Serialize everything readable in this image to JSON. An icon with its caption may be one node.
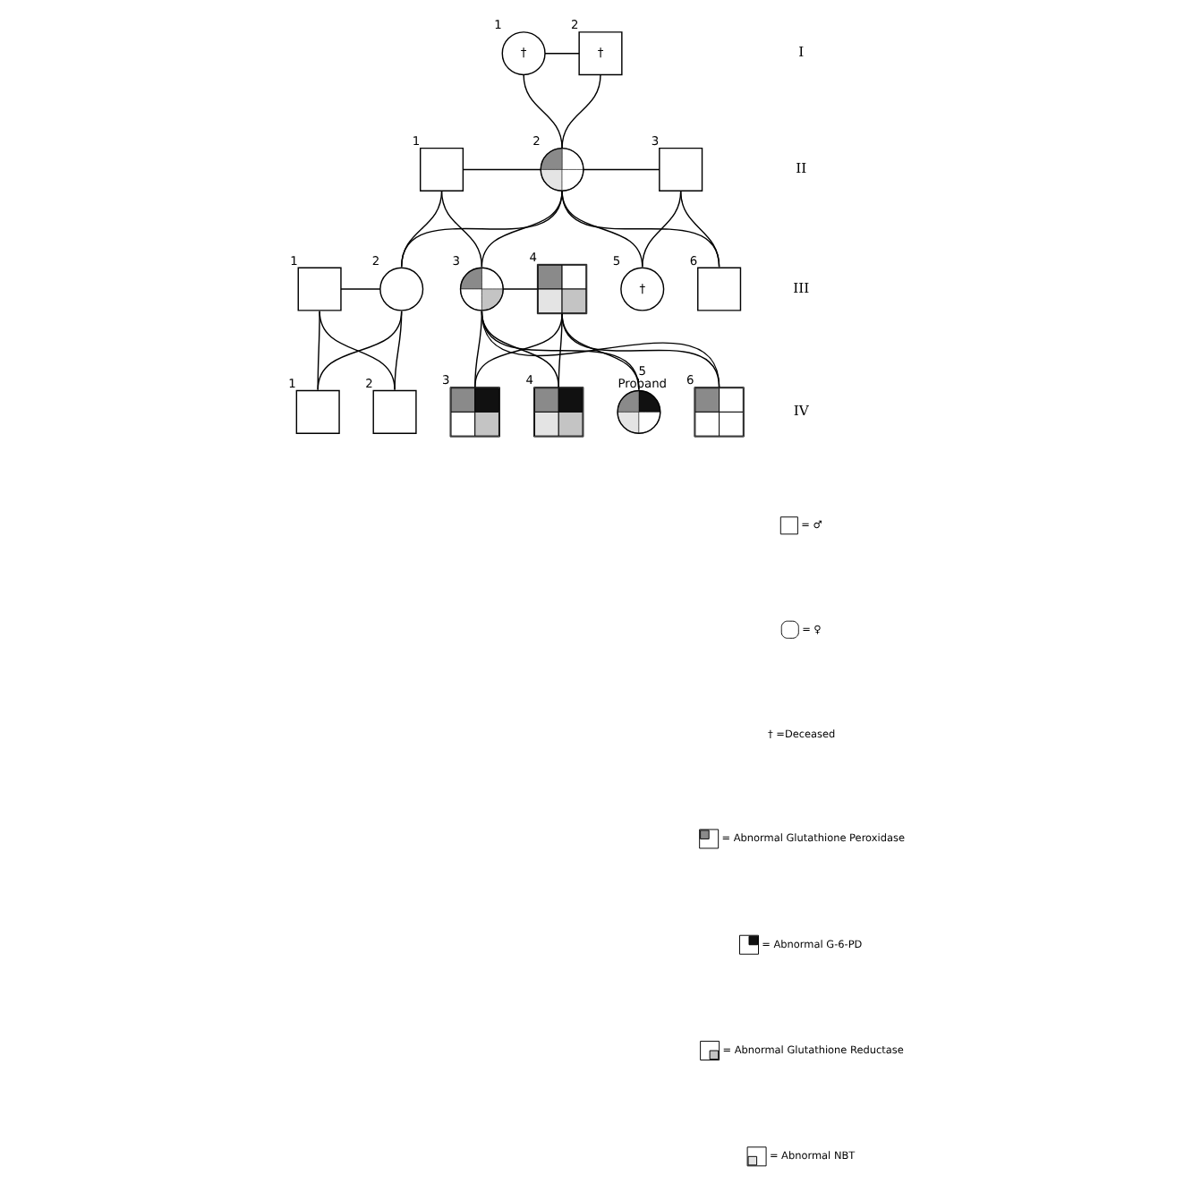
{
  "diagram": {
    "nodes": [
      {
        "text": [
          "†"
        ],
        "beside": [
          "1"
        ]
      },
      {
        "text": [
          "†"
        ],
        "beside": [
          "2"
        ]
      },
      {
        "text": [],
        "shape": "box",
        "beside": [
          "1"
        ]
      },
      {
        "text": [],
        "shape": "circle",
        "beside": [
          "2"
        ]
      },
      {
        "text": [],
        "shape": "box",
        "beside": [
          "3"
        ]
      },
      {
        "text": [],
        "shape": "box",
        "beside": [
          "1"
        ]
      },
      {
        "text": [],
        "shape": "circle",
        "beside": [
          "2"
        ]
      },
      {
        "text": [],
        "shape": "circle",
        "beside": [
          "3"
        ]
      },
      {
        "text": [],
        "shape": "box",
        "beside": [
          "4"
        ]
      },
      {
        "text": [
          "†"
        ],
        "beside": [
          "5"
        ]
      },
      {
        "text": [],
        "shape": "box",
        "beside": [
          "6"
        ]
      },
      {
        "text": [],
        "shape": "box",
        "beside": [
          "1"
        ]
      },
      {
        "text": [],
        "shape": "box",
        "beside": [
          "2"
        ]
      },
      {
        "text": [],
        "shape": "box",
        "beside": [
          "3"
        ]
      },
      {
        "text": [],
        "shape": "box",
        "beside": [
          "4"
        ]
      },
      {
        "text": [],
        "shape": "circle",
        "beside": [
          "5",
          "Proband"
        ]
      },
      {
        "text": [],
        "shape": "box",
        "beside": [
          "6"
        ]
      }
    ],
    "edges": [
      {
        "from": 0,
        "to": 1,
        "arrow": "none"
      },
      {
        "from": 0,
        "to": 3,
        "arrow": "none"
      },
      {
        "from": 1,
        "to": 3,
        "arrow": "none"
      },
      {
        "from": 2,
        "to": 3,
        "arrow": "none"
      },
      {
        "from": 3,
        "to": 4,
        "arrow": "none"
      },
      {
        "from": 2,
        "to": 6,
        "arrow": "none"
      },
      {
        "from": 3,
        "to": 6,
        "arrow": "none"
      },
      {
        "from": 2,
        "to": 7,
        "arrow": "none"
      },
      {
        "from": 3,
        "to": 7,
        "arrow": "none"
      },
      {
        "from": 3,
        "to": 9,
        "arrow": "none"
      },
      {
        "from": 4,
        "to": 9,
        "arrow": "none"
      },
      {
        "from": 3,
        "to": 10,
        "arrow": "none"
      },
      {
        "from": 4,
        "to": 10,
        "arrow": "none"
      },
      {
        "from": 5,
        "to": 6,
        "arrow": "none"
      },
      {
        "from": 5,
        "to": 11,
        "arrow": "none"
      },
      {
        "from": 6,
        "to": 11,
        "arrow": "none"
      },
      {
        "from": 5,
        "to": 12,
        "arrow": "none"
      },
      {
        "from": 6,
        "to": 12,
        "arrow": "none"
      },
      {
        "from": 7,
        "to": 8,
        "arrow": "none"
      },
      {
        "from": 7,
        "to": 13,
        "arrow": "none"
      },
      {
        "from": 8,
        "to": 13,
        "arrow": "none"
      },
      {
        "from": 7,
        "to": 14,
        "arrow": "none"
      },
      {
        "from": 8,
        "to": 14,
        "arrow": "none"
      },
      {
        "from": 7,
        "to": 15,
        "arrow": "none"
      },
      {
        "from": 8,
        "to": 15,
        "arrow": "none"
      },
      {
        "from": 7,
        "to": 16,
        "arrow": "none"
      },
      {
        "from": 8,
        "to": 16,
        "arrow": "none"
      }
    ],
    "labels": [
      "I",
      "II",
      "III",
      "IV"
    ],
    "legend": [
      {
        "text": "= ♂"
      },
      {
        "text": "= ♀"
      },
      {
        "text": "† =Deceased"
      },
      {
        "text": "= Abnormal Glutathione Peroxidase"
      },
      {
        "text": "= Abnormal G-6-PD"
      },
      {
        "text": "= Abnormal Glutathione Reductase"
      },
      {
        "text": "= Abnormal NBT"
      }
    ]
  }
}
